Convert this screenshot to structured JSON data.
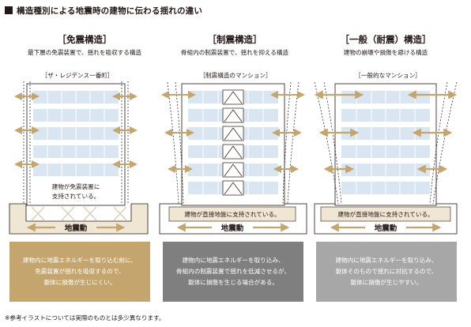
{
  "page_title": "構造種別による地震時の建物に伝わる揺れの違い",
  "colors": {
    "gold": "#c4a56d",
    "gold_light": "#efe6d3",
    "gray_mid": "#7f7f7f",
    "gray_light": "#a7a7a7",
    "window_blue": "#d9e6f2",
    "dark": "#231815"
  },
  "panels": [
    {
      "heading": "［免震構造］",
      "subtitle": "最下層の免震装置で、揺れを吸収する構造",
      "building_tag": "［ザ・レジデンス一番町］",
      "callout_lines": [
        "建物が免震装置に",
        "支持されている。"
      ],
      "ground_label": "地震動",
      "note_lines": [
        "建物内に地震エネルギーを取り込む前に、",
        "免震装置が揺れを吸収するので、",
        "躯体に損傷が生じにくい。"
      ]
    },
    {
      "heading": "［制震構造］",
      "subtitle": "骨組内の制震装置で、揺れを抑える構造",
      "building_tag": "［制震構造のマンション］",
      "callout_lines": [
        "建物が直接地盤に支持されている。"
      ],
      "ground_label": "地震動",
      "note_lines": [
        "建物内に地震エネルギーを取り込み、",
        "骨組内の制震装置で揺れを低減させるが、",
        "躯体に損傷を生じる場合がある。"
      ]
    },
    {
      "heading": "［一般（耐震）構造］",
      "subtitle": "建物の崩壊や損傷を避ける構造",
      "building_tag": "［一般的なマンション］",
      "callout_lines": [
        "建物が直接地盤に支持されている。"
      ],
      "ground_label": "地震動",
      "note_lines": [
        "建物内に地震エネルギーを取り込み、",
        "躯体そのもので揺れに対抗するので、",
        "躯体に損傷が生じやすい。"
      ]
    }
  ],
  "footnote": "※参考イラストについては実際のものとは多少異なります。"
}
